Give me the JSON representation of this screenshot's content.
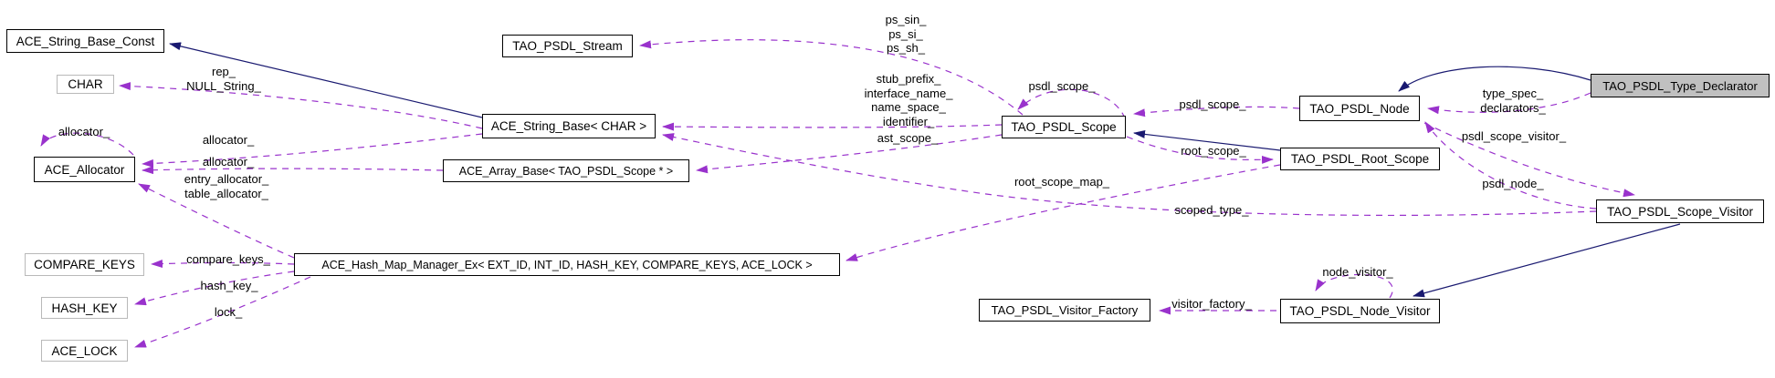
{
  "diagram": {
    "background": "#ffffff",
    "usage_edge_color": "#9932cc",
    "inheritance_edge_color": "#191970",
    "highlight_fill": "#c0c0c0"
  },
  "nodes": [
    {
      "id": "ace_string_base_const",
      "label": "ACE_String_Base_Const",
      "style": "plain"
    },
    {
      "id": "char",
      "label": "CHAR",
      "style": "gray"
    },
    {
      "id": "ace_allocator",
      "label": "ACE_Allocator",
      "style": "plain"
    },
    {
      "id": "compare_keys",
      "label": "COMPARE_KEYS",
      "style": "gray"
    },
    {
      "id": "hash_key",
      "label": "HASH_KEY",
      "style": "gray"
    },
    {
      "id": "ace_lock",
      "label": "ACE_LOCK",
      "style": "gray"
    },
    {
      "id": "ace_hash_map_manager_ex",
      "label": "ACE_Hash_Map_Manager_Ex< EXT_ID, INT_ID, HASH_KEY, COMPARE_KEYS, ACE_LOCK >",
      "style": "plain"
    },
    {
      "id": "tao_psdl_stream",
      "label": "TAO_PSDL_Stream",
      "style": "plain"
    },
    {
      "id": "ace_string_base_char",
      "label": "ACE_String_Base< CHAR >",
      "style": "plain"
    },
    {
      "id": "ace_array_base",
      "label": "ACE_Array_Base< TAO_PSDL_Scope * >",
      "style": "plain"
    },
    {
      "id": "tao_psdl_scope",
      "label": "TAO_PSDL_Scope",
      "style": "plain"
    },
    {
      "id": "tao_psdl_node",
      "label": "TAO_PSDL_Node",
      "style": "plain"
    },
    {
      "id": "tao_psdl_root_scope",
      "label": "TAO_PSDL_Root_Scope",
      "style": "plain"
    },
    {
      "id": "tao_psdl_type_declarator",
      "label": "TAO_PSDL_Type_Declarator",
      "style": "selected"
    },
    {
      "id": "tao_psdl_scope_visitor",
      "label": "TAO_PSDL_Scope_Visitor",
      "style": "plain"
    },
    {
      "id": "tao_psdl_visitor_factory",
      "label": "TAO_PSDL_Visitor_Factory",
      "style": "plain"
    },
    {
      "id": "tao_psdl_node_visitor",
      "label": "TAO_PSDL_Node_Visitor",
      "style": "plain"
    }
  ],
  "edge_labels": [
    {
      "id": "rep_null_string",
      "text": "rep_\nNULL_String_"
    },
    {
      "id": "allocator_self",
      "text": "allocator_"
    },
    {
      "id": "allocator_string",
      "text": "allocator_"
    },
    {
      "id": "allocator_array",
      "text": "allocator_"
    },
    {
      "id": "entry_table_allocator",
      "text": "entry_allocator_\ntable_allocator_"
    },
    {
      "id": "compare_keys",
      "text": "compare_keys_"
    },
    {
      "id": "hash_key",
      "text": "hash_key_"
    },
    {
      "id": "lock",
      "text": "lock_"
    },
    {
      "id": "ps_sin_si_sh",
      "text": "ps_sin_\nps_si_\nps_sh_"
    },
    {
      "id": "stub_block",
      "text": "stub_prefix_\ninterface_name_\nname_space_\nidentifier_"
    },
    {
      "id": "ast_scope",
      "text": "ast_scope_"
    },
    {
      "id": "psdl_scope_self",
      "text": "psdl_scope_"
    },
    {
      "id": "psdl_scope_node",
      "text": "psdl_scope_"
    },
    {
      "id": "root_scope",
      "text": "root_scope_"
    },
    {
      "id": "root_scope_map",
      "text": "root_scope_map_"
    },
    {
      "id": "scoped_type",
      "text": "scoped_type_"
    },
    {
      "id": "type_spec_declarators",
      "text": "type_spec_\ndeclarators_"
    },
    {
      "id": "psdl_scope_visitor",
      "text": "psdl_scope_visitor_"
    },
    {
      "id": "psdl_node",
      "text": "psdl_node_"
    },
    {
      "id": "node_visitor",
      "text": "node_visitor_"
    },
    {
      "id": "visitor_factory",
      "text": "visitor_factory_"
    }
  ]
}
